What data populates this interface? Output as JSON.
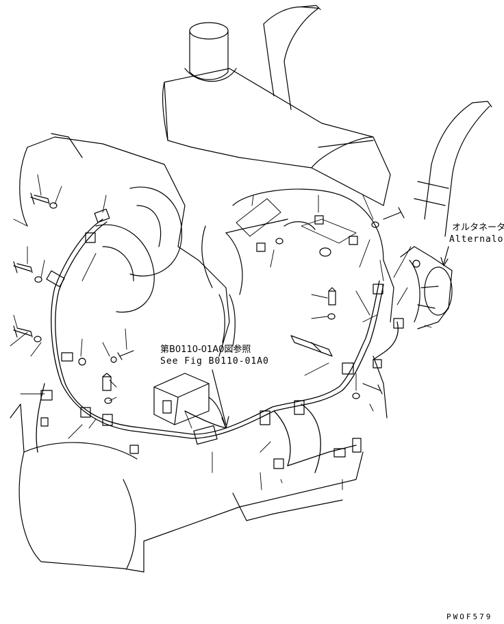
{
  "callouts": {
    "alternator_jp": "オルタネータ",
    "alternator_en": "Alternalor",
    "see_fig_jp": "第B0110-01A0図参照",
    "see_fig_en": "See Fig B0110-01A0"
  },
  "drawing_code": "PWOF579"
}
